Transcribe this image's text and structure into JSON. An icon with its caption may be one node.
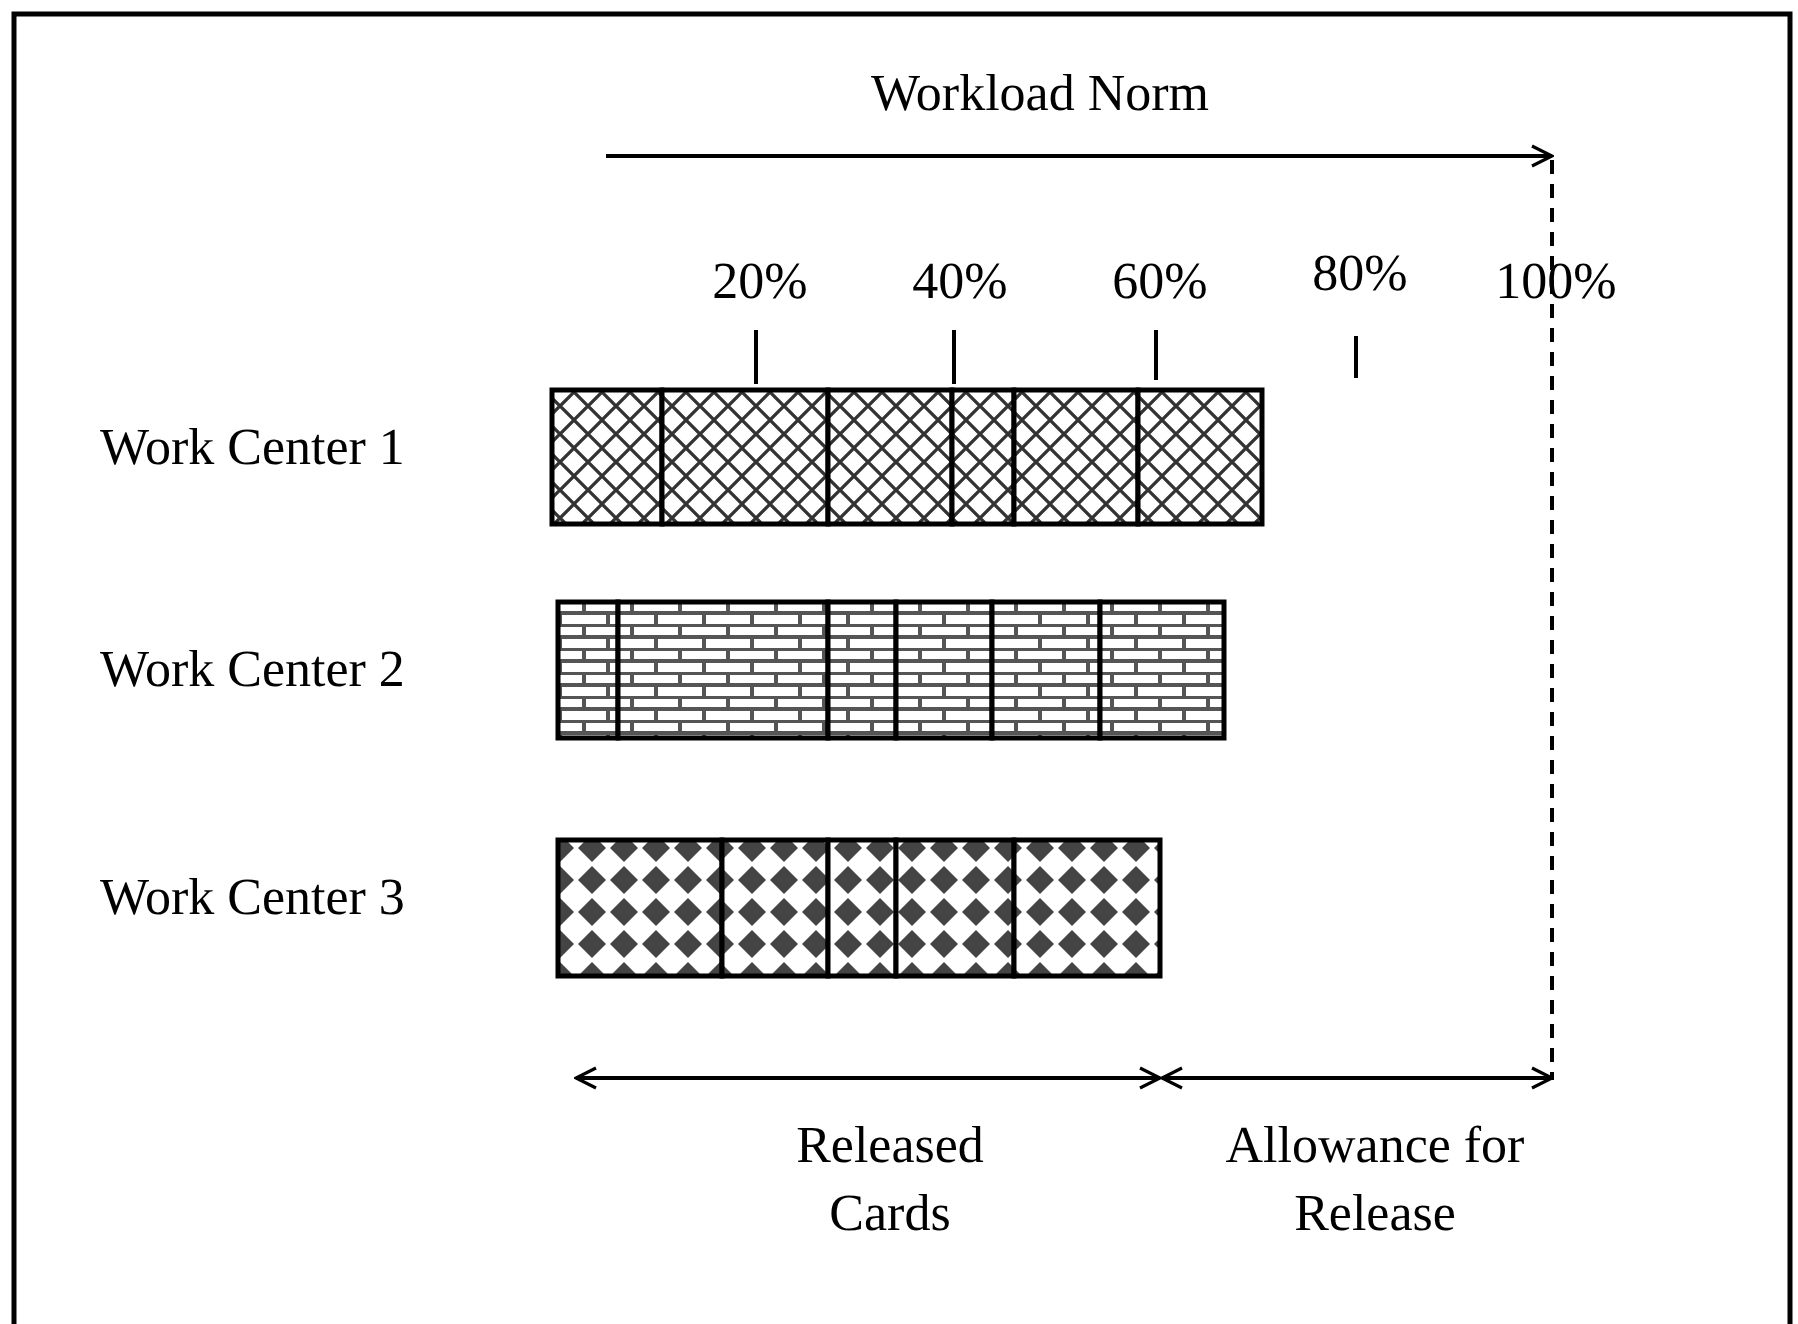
{
  "diagram": {
    "labels": [
      "Workload Norm",
      "20%",
      "40%",
      "60%",
      "80%",
      "100%",
      "Work Center 1",
      "Work Center 2",
      "Work Center 3",
      "Released Cards",
      "Allowance for Release"
    ]
  }
}
